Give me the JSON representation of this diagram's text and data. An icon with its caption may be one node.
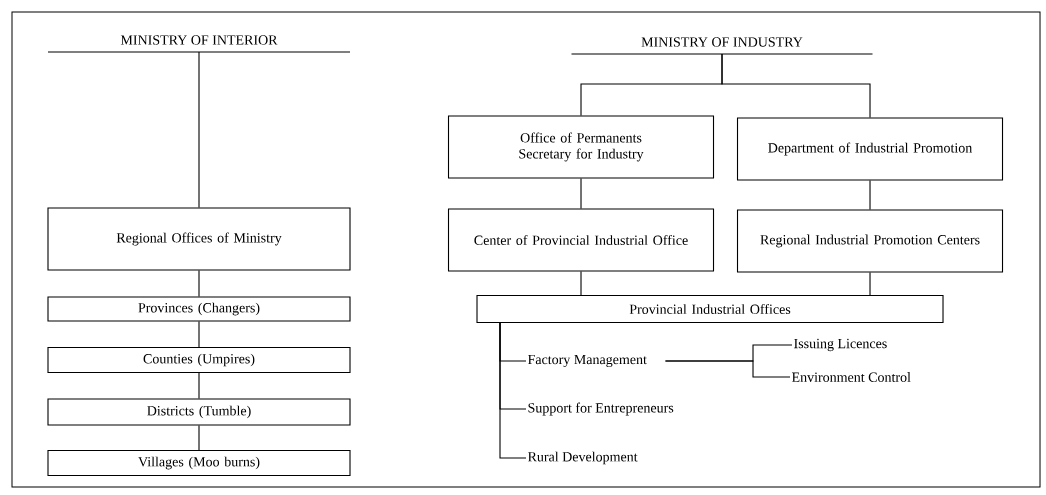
{
  "diagram": {
    "nodes": [
      {
        "text": [
          "MINISTRY OF INTERIOR"
        ]
      },
      {
        "text": [
          "Regional Offices of Ministry"
        ]
      },
      {
        "text": [
          "Provinces (Changers)"
        ]
      },
      {
        "text": [
          "Counties (Umpires)"
        ]
      },
      {
        "text": [
          "Districts (Tumble)"
        ]
      },
      {
        "text": [
          "Villages (Moo burns)"
        ]
      },
      {
        "text": [
          "MINISTRY OF INDUSTRY"
        ]
      },
      {
        "text": [
          "Office of Permanents Secretary for Industry"
        ]
      },
      {
        "text": [
          "Department of Industrial Promotion"
        ]
      },
      {
        "text": [
          "Center of Provincial Industrial Office"
        ]
      },
      {
        "text": [
          "Regional Industrial Promotion Centers"
        ]
      },
      {
        "text": [
          "Provincial Industrial Offices"
        ]
      },
      {
        "text": [
          "Factory Management"
        ]
      },
      {
        "text": [
          "Support for Entrepreneurs"
        ]
      },
      {
        "text": [
          "Rural Development"
        ]
      },
      {
        "text": [
          "Issuing Licences"
        ]
      },
      {
        "text": [
          "Environment Control"
        ]
      }
    ],
    "edges": [
      {
        "from": 0,
        "to": 1,
        "arrow": "none"
      },
      {
        "from": 1,
        "to": 2,
        "arrow": "none"
      },
      {
        "from": 2,
        "to": 3,
        "arrow": "none"
      },
      {
        "from": 3,
        "to": 4,
        "arrow": "none"
      },
      {
        "from": 4,
        "to": 5,
        "arrow": "none"
      },
      {
        "from": 6,
        "to": 7,
        "arrow": "none"
      },
      {
        "from": 6,
        "to": 8,
        "arrow": "none"
      },
      {
        "from": 7,
        "to": 9,
        "arrow": "none"
      },
      {
        "from": 8,
        "to": 10,
        "arrow": "none"
      },
      {
        "from": 9,
        "to": 11,
        "arrow": "none"
      },
      {
        "from": 10,
        "to": 11,
        "arrow": "none"
      },
      {
        "from": 11,
        "to": 12,
        "arrow": "none"
      },
      {
        "from": 11,
        "to": 13,
        "arrow": "none"
      },
      {
        "from": 11,
        "to": 14,
        "arrow": "none"
      },
      {
        "from": 12,
        "to": 15,
        "arrow": "none"
      },
      {
        "from": 12,
        "to": 16,
        "arrow": "none"
      }
    ]
  }
}
